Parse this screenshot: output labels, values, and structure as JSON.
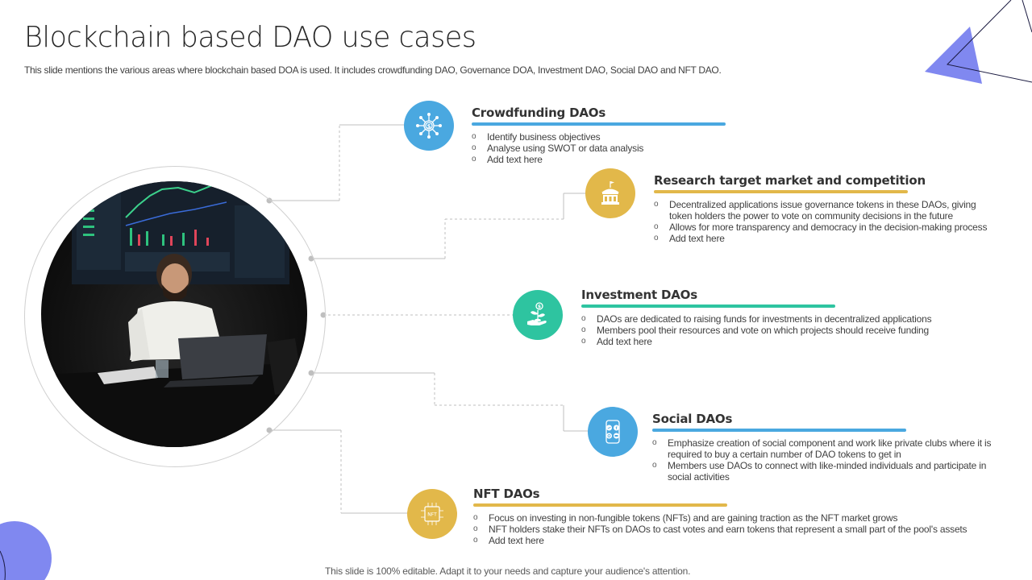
{
  "slide": {
    "title": "Blockchain based DAO use cases",
    "subtitle": "This slide mentions the various areas where blockchain based DOA is used. It includes crowdfunding DAO, Governance DOA, Investment DAO,  Social DAO and NFT DAO.",
    "footer": "This slide is 100% editable. Adapt it to your needs and capture your audience's attention."
  },
  "colors": {
    "blue": "#4AA8E0",
    "gold": "#E2B84A",
    "teal": "#2EC4A0",
    "accent_purple": "#8088F0",
    "connector": "#BFBFBF"
  },
  "photo": {
    "description": "Man working on laptop in front of trading chart screen"
  },
  "items": [
    {
      "title": "Crowdfunding DAOs",
      "icon": "network-dollar-icon",
      "color": "#4AA8E0",
      "bullets": [
        "Identify business objectives",
        "Analyse using SWOT or data analysis",
        "Add text here"
      ]
    },
    {
      "title": "Research target market and competition",
      "icon": "government-building-icon",
      "color": "#E2B84A",
      "bullets": [
        "Decentralized applications issue governance tokens in these DAOs, giving token holders the power to vote  on community decisions in the future",
        "Allows for more transparency and democracy in the decision-making process",
        "Add text here"
      ]
    },
    {
      "title": "Investment DAOs",
      "icon": "hand-plant-dollar-icon",
      "color": "#2EC4A0",
      "bullets": [
        "DAOs are dedicated to raising funds for investments in decentralized applications",
        "Members pool their resources and vote on which projects should receive funding",
        "Add text here"
      ]
    },
    {
      "title": "Social DAOs",
      "icon": "phone-social-icon",
      "color": "#4AA8E0",
      "bullets": [
        "Emphasize creation of social component and work like private clubs where it is required to buy a certain number of DAO tokens to get in",
        "Members use DAOs to  connect with like-minded individuals and participate in social activities"
      ]
    },
    {
      "title": "NFT DAOs",
      "icon": "nft-chip-icon",
      "color": "#E2B84A",
      "nft_label": "NFT",
      "bullets": [
        "Focus on investing in non-fungible tokens (NFTs) and are gaining traction as the NFT  market grows",
        "NFT holders stake their NFTs on DAOs  to cast votes and earn tokens that represent a small part of the pool's assets",
        "Add text here"
      ]
    }
  ]
}
